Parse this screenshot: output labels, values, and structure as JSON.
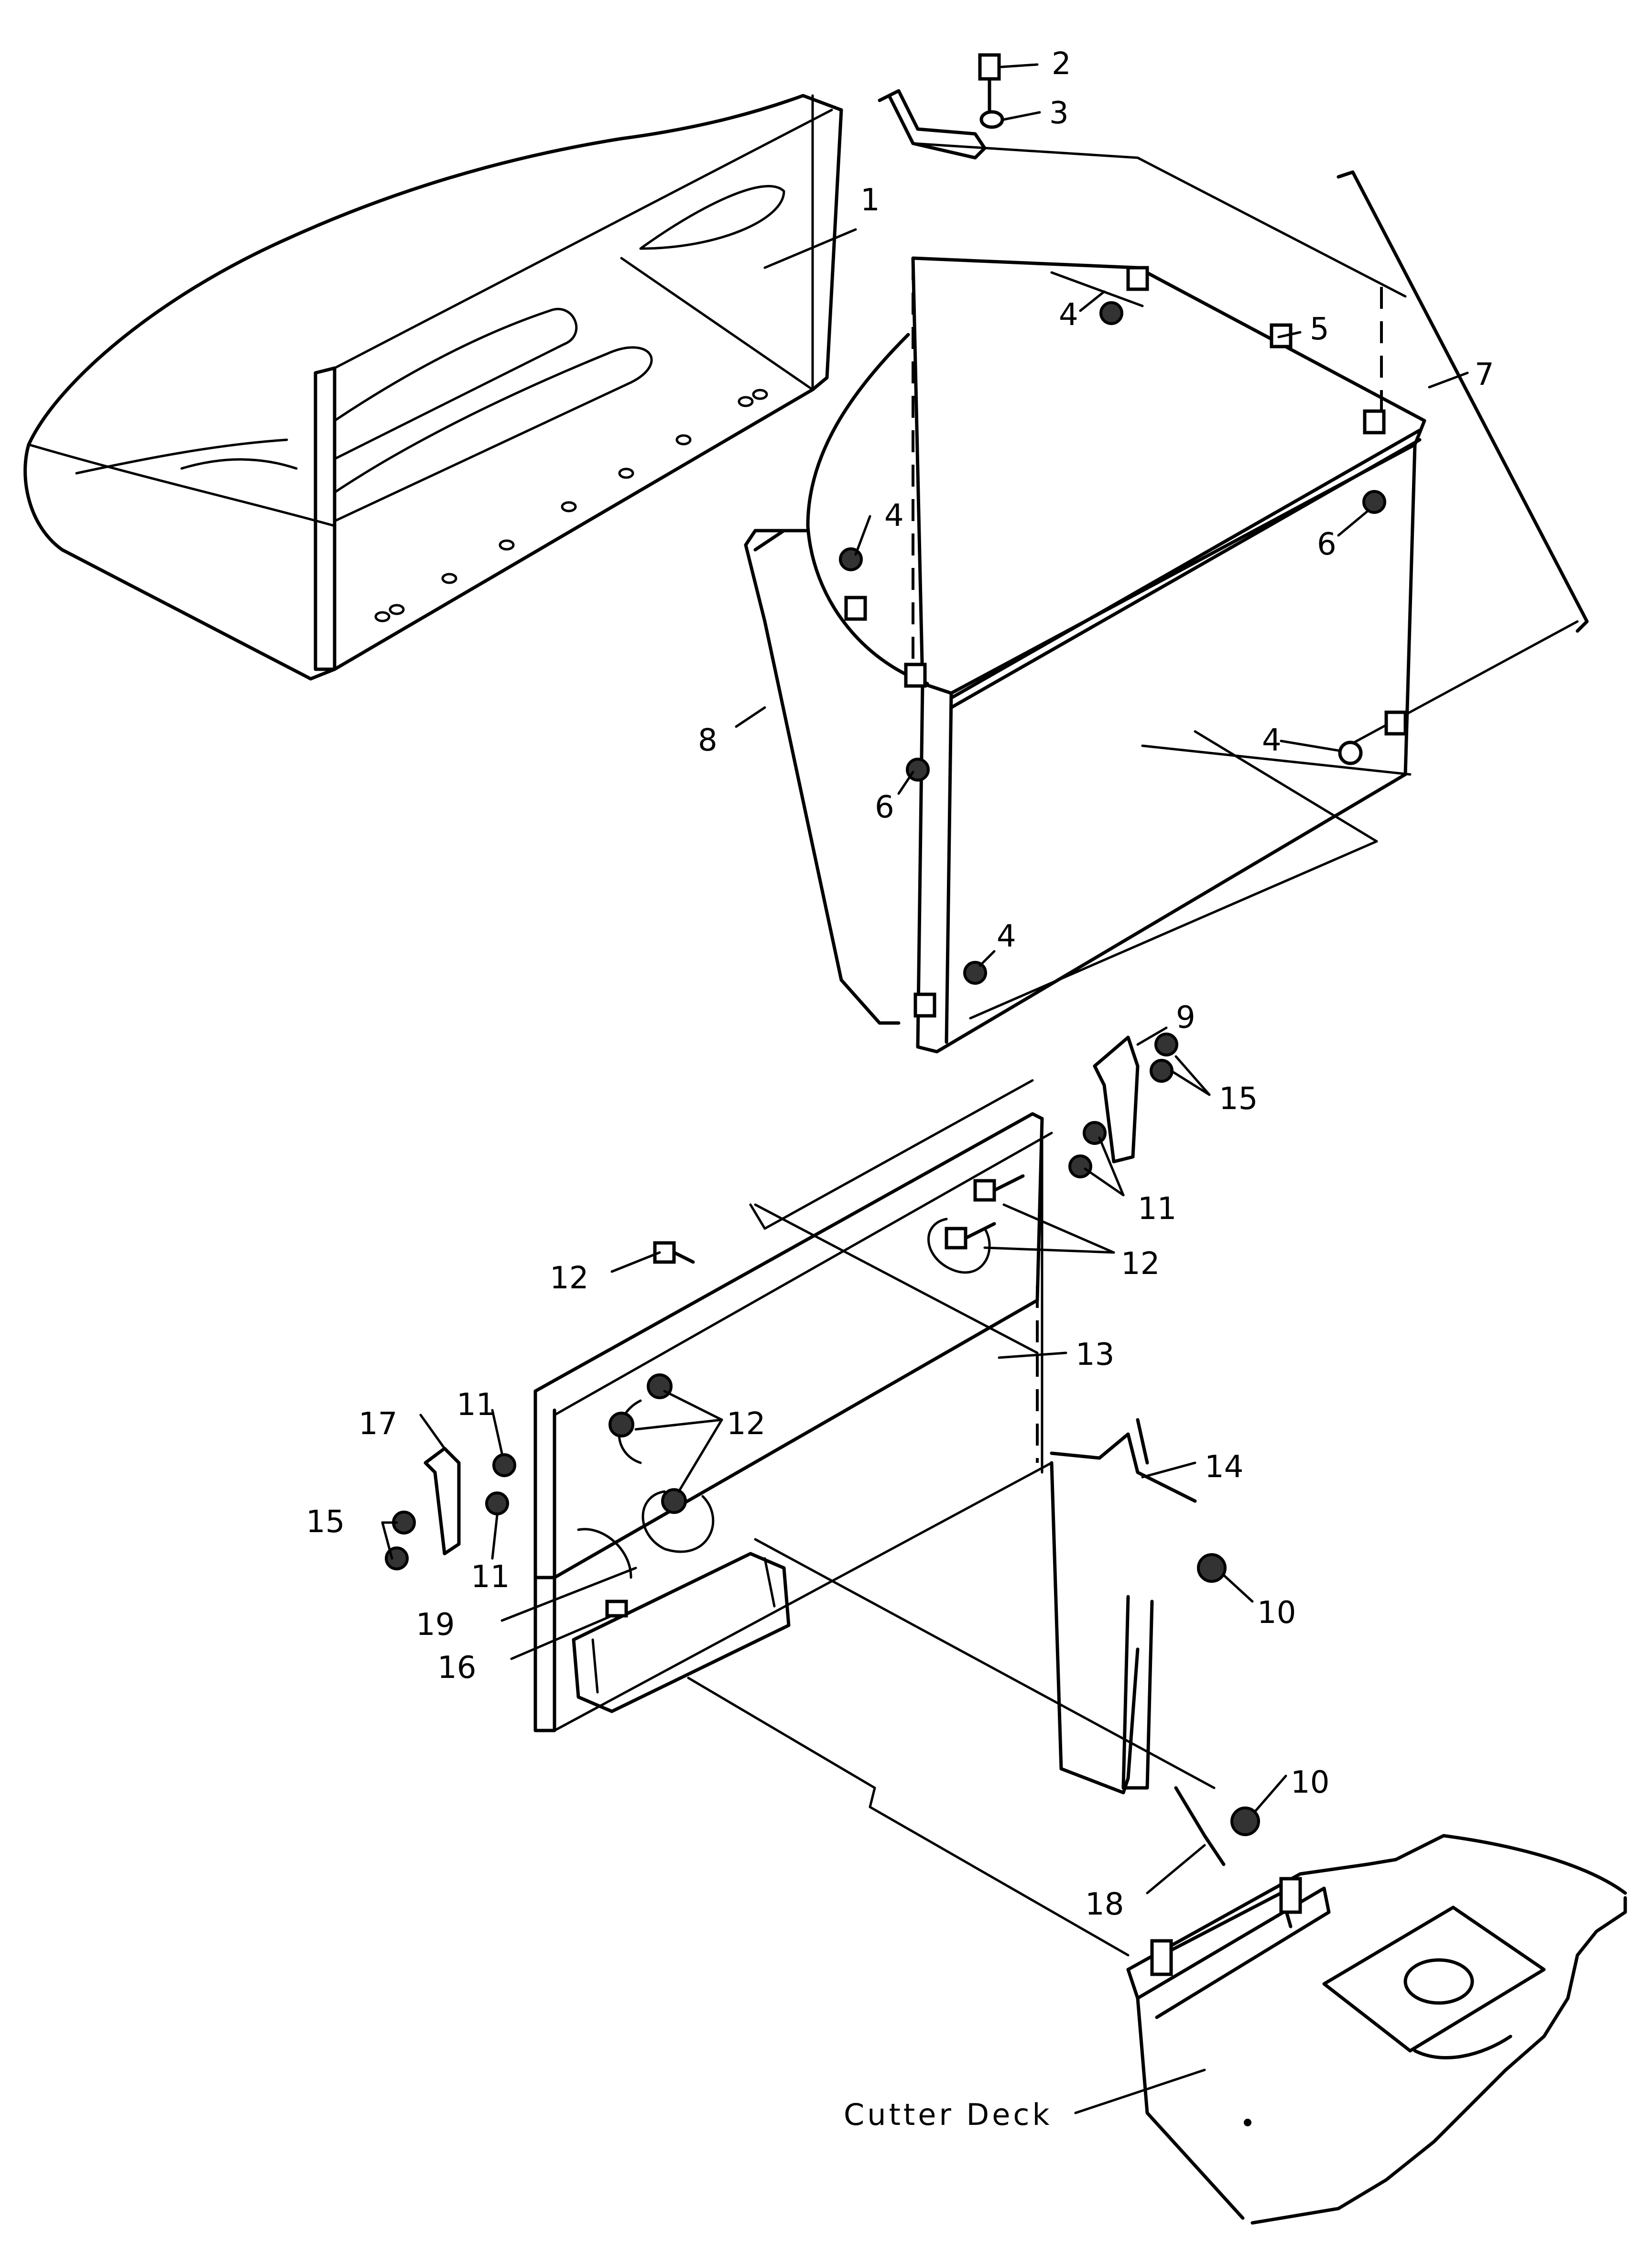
{
  "callouts": {
    "c1": "1",
    "c2": "2",
    "c3": "3",
    "c4a": "4",
    "c4b": "4",
    "c4c": "4",
    "c4d": "4",
    "c5": "5",
    "c6a": "6",
    "c6b": "6",
    "c7": "7",
    "c8": "8",
    "c9": "9",
    "c10a": "10",
    "c10b": "10",
    "c11a": "11",
    "c11b": "11",
    "c11c": "11",
    "c12a": "12",
    "c12b": "12",
    "c12c": "12",
    "c13": "13",
    "c14": "14",
    "c15a": "15",
    "c15b": "15",
    "c16": "16",
    "c17": "17",
    "c18": "18",
    "c19": "19"
  },
  "cutter_deck_label": "Cutter Deck"
}
